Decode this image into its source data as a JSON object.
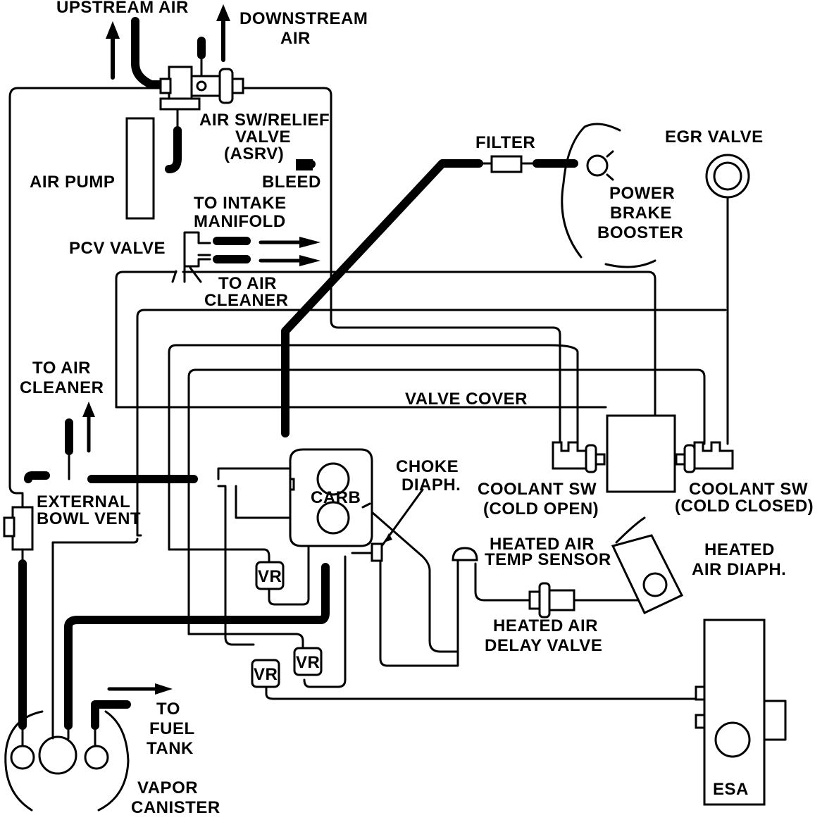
{
  "labels": {
    "upstream_air": "UPSTREAM AIR",
    "downstream_air_1": "DOWNSTREAM",
    "downstream_air_2": "AIR",
    "asrv_1": "AIR SW/RELIEF",
    "asrv_2": "VALVE",
    "asrv_3": "(ASRV)",
    "bleed": "BLEED",
    "air_pump": "AIR PUMP",
    "to_intake_1": "TO INTAKE",
    "to_intake_2": "MANIFOLD",
    "pcv_valve": "PCV VALVE",
    "to_air_cleaner_top_1": "TO AIR",
    "to_air_cleaner_top_2": "CLEANER",
    "filter": "FILTER",
    "power_brake_1": "POWER",
    "power_brake_2": "BRAKE",
    "power_brake_3": "BOOSTER",
    "egr_valve": "EGR VALVE",
    "to_air_cleaner_left_1": "TO AIR",
    "to_air_cleaner_left_2": "CLEANER",
    "valve_cover": "VALVE COVER",
    "choke_1": "CHOKE",
    "choke_2": "DIAPH.",
    "carb": "CARB",
    "coolant_open_1": "COOLANT SW",
    "coolant_open_2": "(COLD OPEN)",
    "coolant_closed_1": "COOLANT SW",
    "coolant_closed_2": "(COLD CLOSED)",
    "external_1": "EXTERNAL",
    "external_2": "BOWL VENT",
    "heated_sensor_1": "HEATED AIR",
    "heated_sensor_2": "TEMP SENSOR",
    "heated_diaph_1": "HEATED",
    "heated_diaph_2": "AIR DIAPH.",
    "vr_1": "VR",
    "vr_2": "VR",
    "vr_3": "VR",
    "heated_delay_1": "HEATED AIR",
    "heated_delay_2": "DELAY VALVE",
    "to_fuel_1": "TO",
    "to_fuel_2": "FUEL",
    "to_fuel_3": "TANK",
    "vapor_1": "VAPOR",
    "vapor_2": "CANISTER",
    "esa": "ESA"
  }
}
